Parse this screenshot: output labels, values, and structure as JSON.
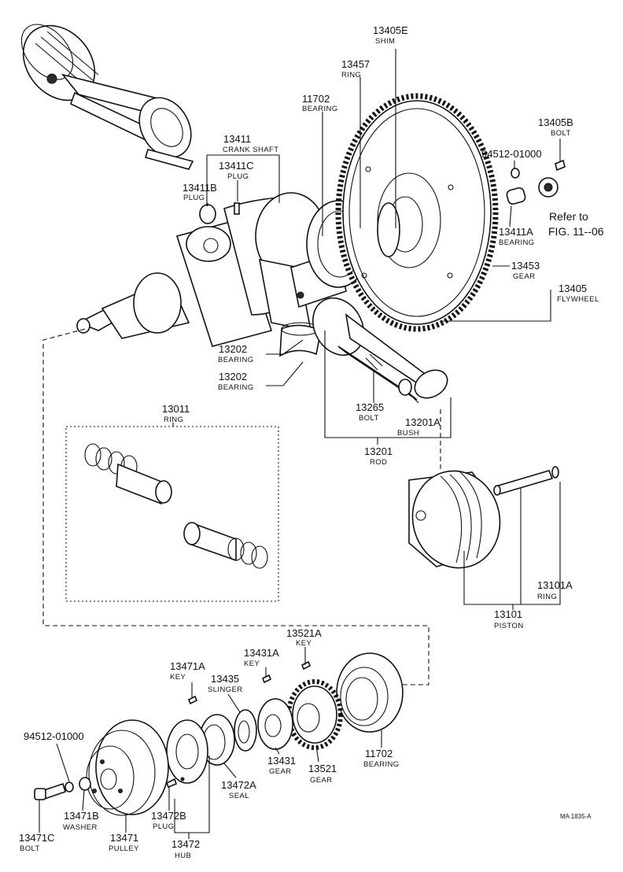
{
  "labels": {
    "shim": {
      "num": "13405E",
      "name": "SHIM"
    },
    "ring_13457": {
      "num": "13457",
      "name": "RING"
    },
    "bearing_11702_top": {
      "num": "11702",
      "name": "BEARING"
    },
    "bolt_13405b": {
      "num": "13405B",
      "name": "BOLT"
    },
    "bolt_94512_top": {
      "num": "94512-01000"
    },
    "crankshaft": {
      "num": "13411",
      "name": "CRANK SHAFT"
    },
    "plug_13411c": {
      "num": "13411C",
      "name": "PLUG"
    },
    "plug_13411b": {
      "num": "13411B",
      "name": "PLUG"
    },
    "bearing_13411a": {
      "num": "13411A",
      "name": "BEARING"
    },
    "gear_13453": {
      "num": "13453",
      "name": "GEAR"
    },
    "flywheel": {
      "num": "13405",
      "name": "FLYWHEEL"
    },
    "bearing_13202_a": {
      "num": "13202",
      "name": "BEARING"
    },
    "bearing_13202_b": {
      "num": "13202",
      "name": "BEARING"
    },
    "bolt_13265": {
      "num": "13265",
      "name": "BOLT"
    },
    "bush_13201a": {
      "num": "13201A",
      "name": "BUSH"
    },
    "rod_13201": {
      "num": "13201",
      "name": "ROD"
    },
    "ring_13011": {
      "num": "13011",
      "name": "RING"
    },
    "ring_13101a": {
      "num": "13101A",
      "name": "RING"
    },
    "piston_13101": {
      "num": "13101",
      "name": "PISTON"
    },
    "key_13521a": {
      "num": "13521A",
      "name": "KEY"
    },
    "key_13431a": {
      "num": "13431A",
      "name": "KEY"
    },
    "key_13471a": {
      "num": "13471A",
      "name": "KEY"
    },
    "slinger_13435": {
      "num": "13435",
      "name": "SLINGER"
    },
    "washer_94512_bot": {
      "num": "94512-01000"
    },
    "gear_13431": {
      "num": "13431",
      "name": "GEAR"
    },
    "gear_13521": {
      "num": "13521",
      "name": "GEAR"
    },
    "bearing_11702_bot": {
      "num": "11702",
      "name": "BEARING"
    },
    "seal_13472a": {
      "num": "13472A",
      "name": "SEAL"
    },
    "washer_13471b": {
      "num": "13471B",
      "name": "WASHER"
    },
    "plug_13472b": {
      "num": "13472B",
      "name": "PLUG"
    },
    "bolt_13471c": {
      "num": "13471C",
      "name": "BOLT"
    },
    "pulley_13471": {
      "num": "13471",
      "name": "PULLEY"
    },
    "hub_13472": {
      "num": "13472",
      "name": "HUB"
    }
  },
  "reference": {
    "line1": "Refer to",
    "line2": "FIG. 11--06"
  },
  "figure_code": "MA 1835-A"
}
